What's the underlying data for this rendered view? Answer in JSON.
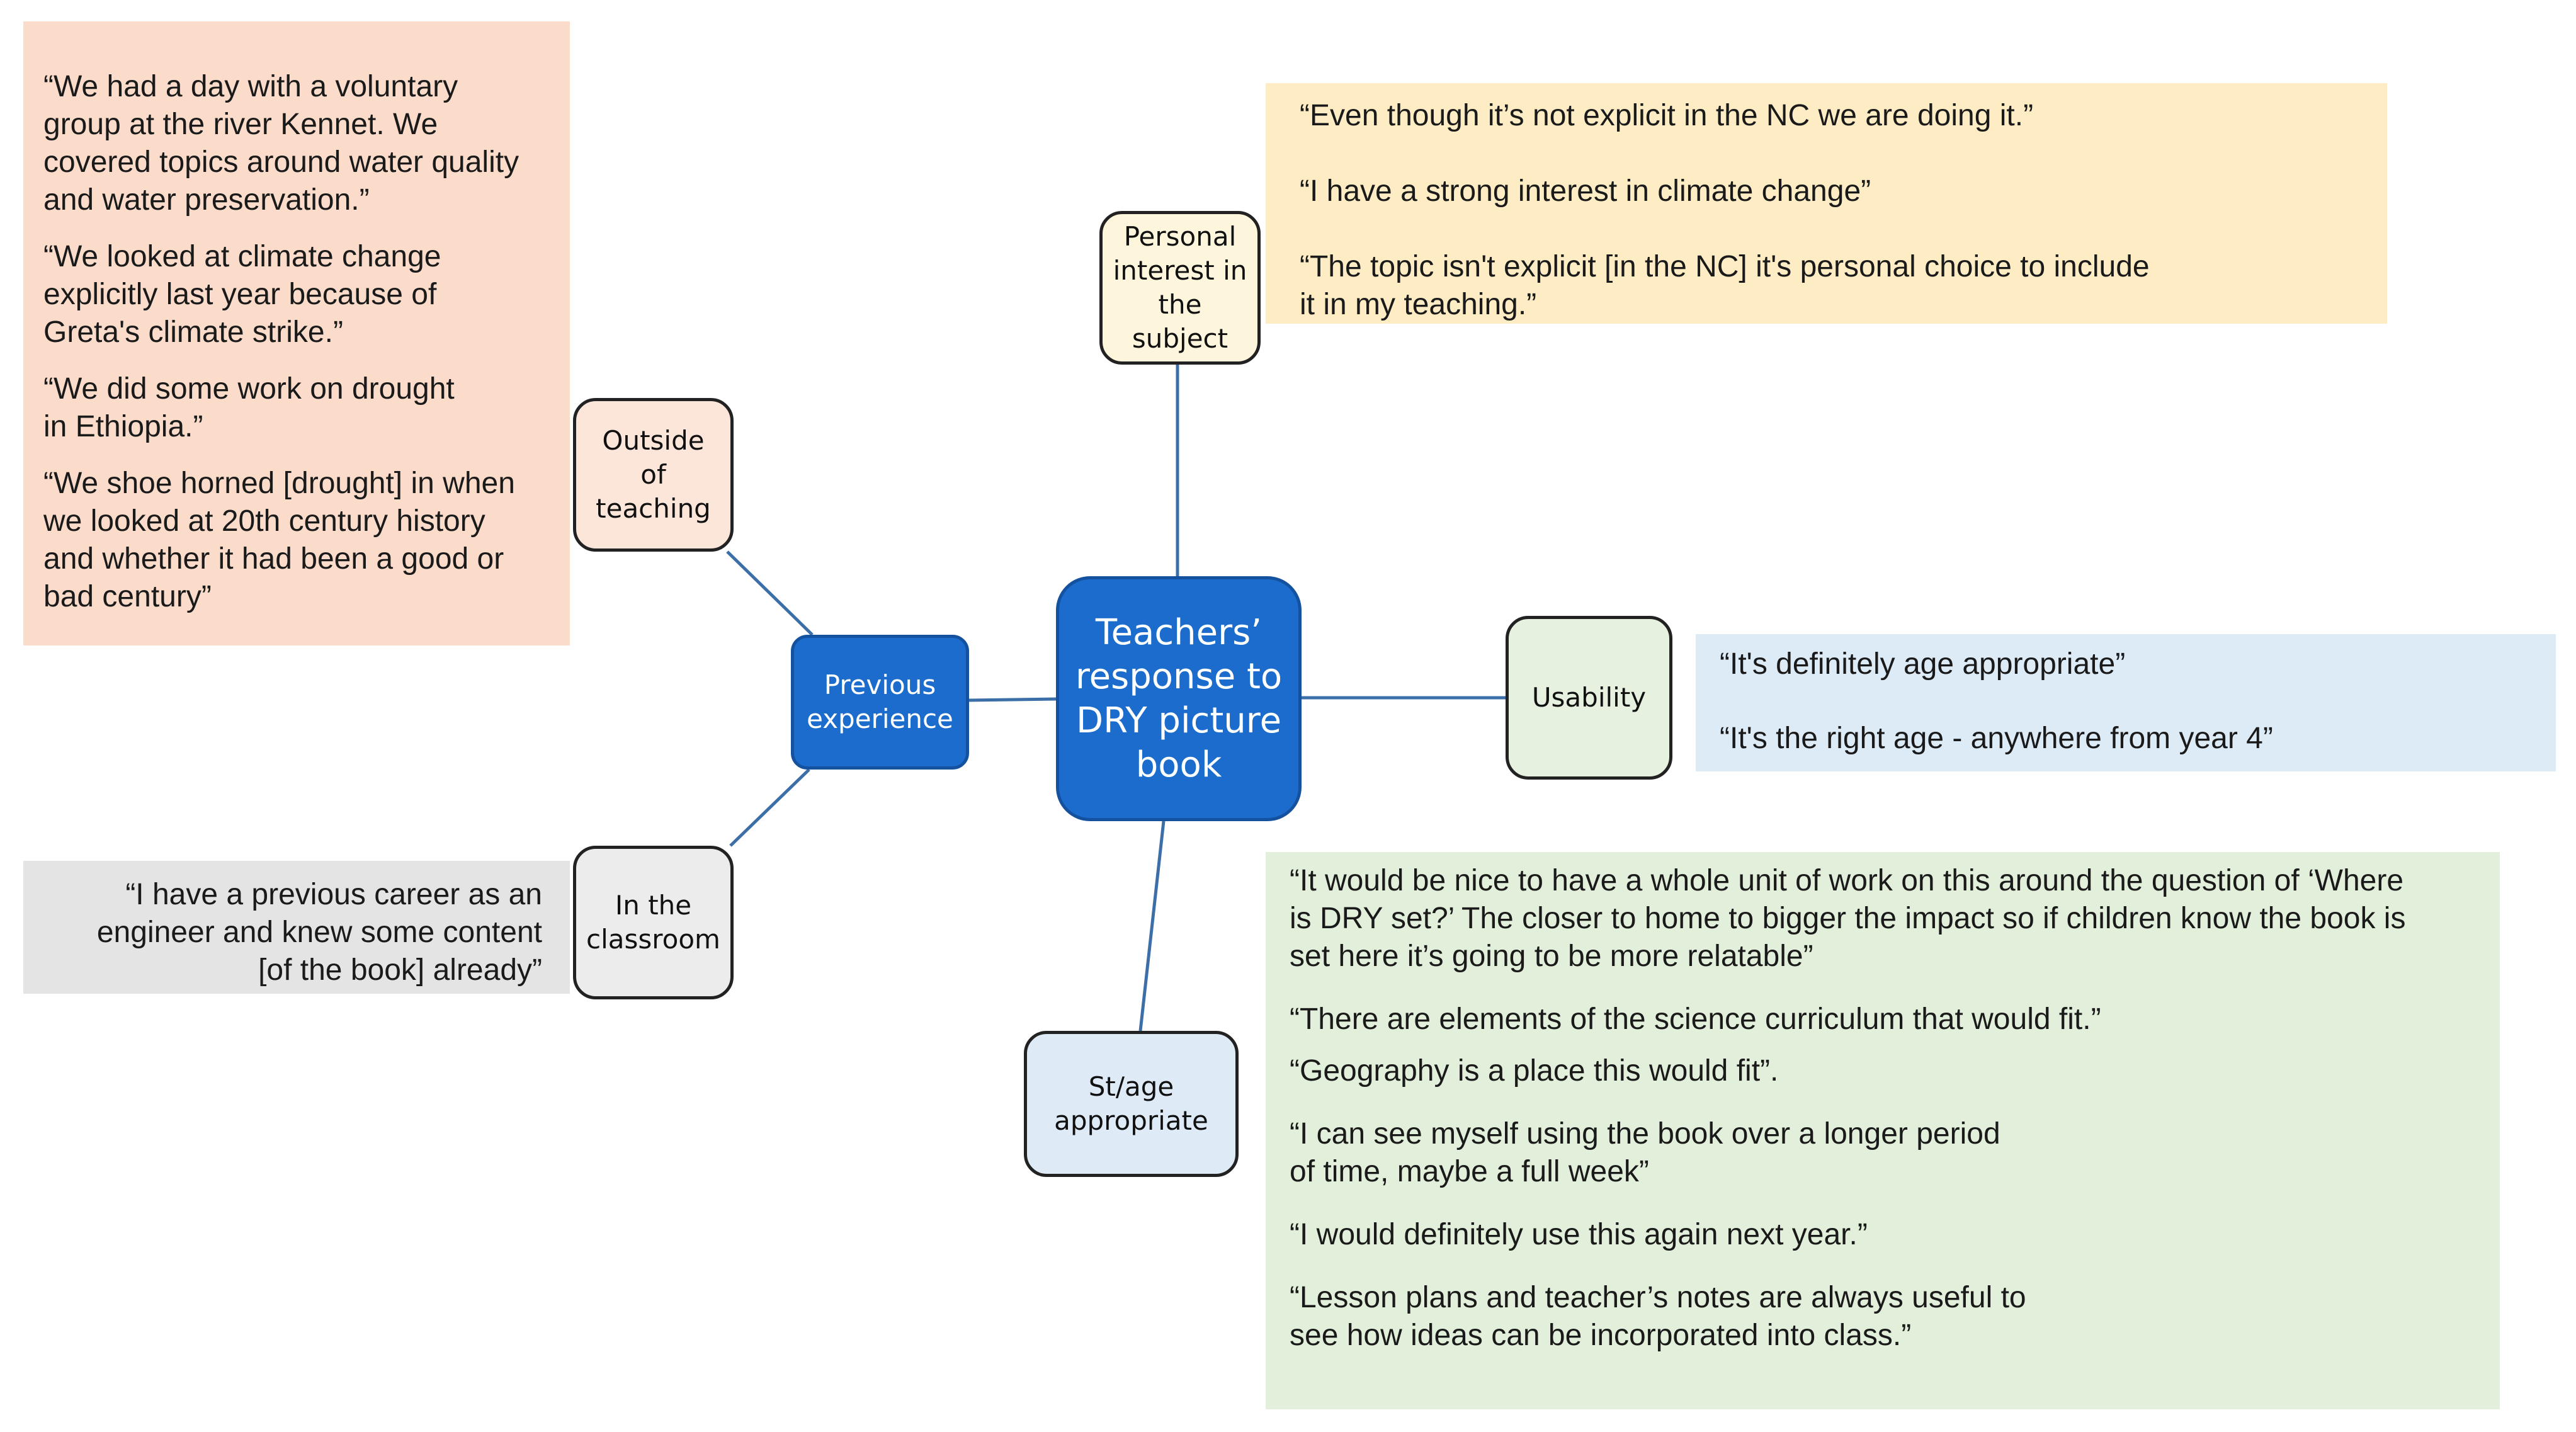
{
  "central_topic": "Teachers’\nresponse to\nDRY picture\nbook",
  "branches": {
    "previous_experience": "Previous\nexperience",
    "outside_of_teaching": "Outside\nof\nteaching",
    "in_the_classroom": "In the\nclassroom",
    "personal_interest": "Personal\ninterest in\nthe\nsubject",
    "usability": "Usability",
    "stage_age_appropriate": "St/age\nappropriate"
  },
  "quotes": {
    "outside_of_teaching": [
      "“We had a day with a voluntary\ngroup at the river Kennet. We\ncovered topics around water quality\nand water preservation.”",
      "“We looked at climate change\nexplicitly last year because of\nGreta's climate strike.”",
      "“We did some work on drought\nin Ethiopia.”",
      "“We shoe horned [drought] in when\nwe looked at 20th century history\nand whether it had been a good or\nbad century”"
    ],
    "in_the_classroom": [
      "“I have a previous career as an\nengineer and knew some content\n[of the book] already”"
    ],
    "personal_interest": [
      "“Even though it’s not explicit in the NC we are doing it.”",
      "“I have a strong interest in climate change”",
      "“The topic isn't explicit [in the NC] it's personal choice to include\nit in my teaching.”"
    ],
    "usability": [
      "“It's definitely age appropriate”",
      "“It's the right age - anywhere from year 4”"
    ],
    "stage_age_appropriate": [
      "“It would be nice to have a whole unit of work on this around the question of ‘Where\nis DRY set?’ The closer to home to bigger the impact so if children know the book is\nset here it’s going to be more relatable”",
      "“There are elements of the science curriculum that would fit.”",
      "“Geography is a place this would fit”.",
      "“I can see myself using the book over a longer period\nof time, maybe a full week”",
      "“I would definitely use this again next year.”",
      "“Lesson plans and teacher’s notes are always useful to\nsee how ideas can be incorporated into class.”"
    ]
  },
  "colors": {
    "central_fill": "#1b6ccc",
    "central_border": "#14519e",
    "connector": "#3c6fa8",
    "outside_panel": "#fbdccb",
    "classroom_panel": "#e4e4e4",
    "personal_panel": "#fdecc4",
    "usability_panel": "#ddebf7",
    "stage_panel": "#e2efda"
  }
}
